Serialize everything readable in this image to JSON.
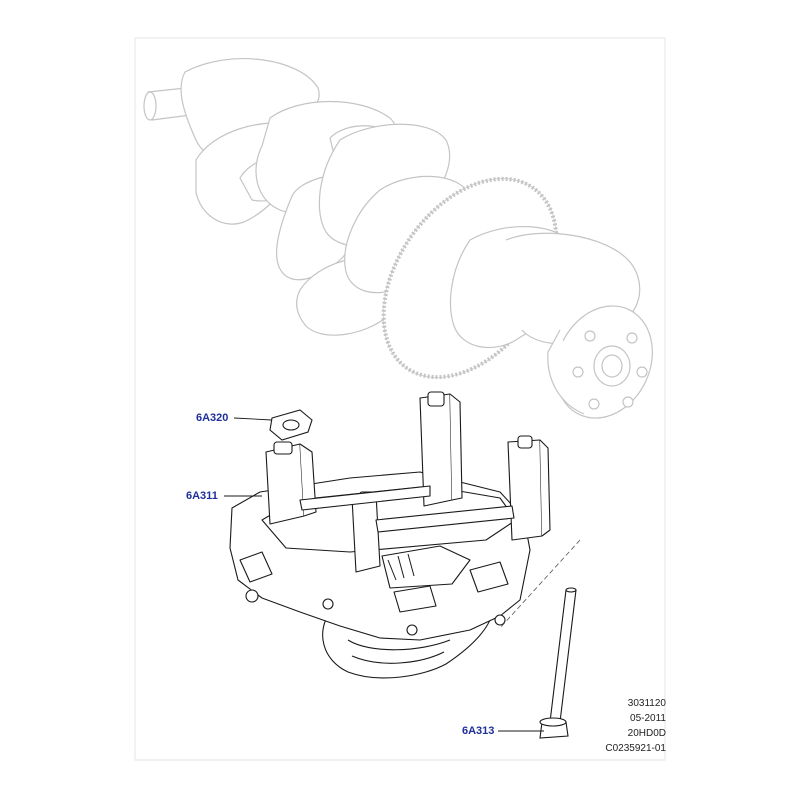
{
  "colors": {
    "label": "#1f2f9a",
    "ghost_line": "#c8c8c8",
    "part_line": "#1a1a1a",
    "frame": "#e4e4e4"
  },
  "callouts": [
    {
      "id": "6A320"
    },
    {
      "id": "6A311"
    },
    {
      "id": "6A313"
    }
  ],
  "meta": {
    "code1": "3031120",
    "date": "05-2011",
    "code2": "20HD0D",
    "ref": "C0235921-01"
  }
}
